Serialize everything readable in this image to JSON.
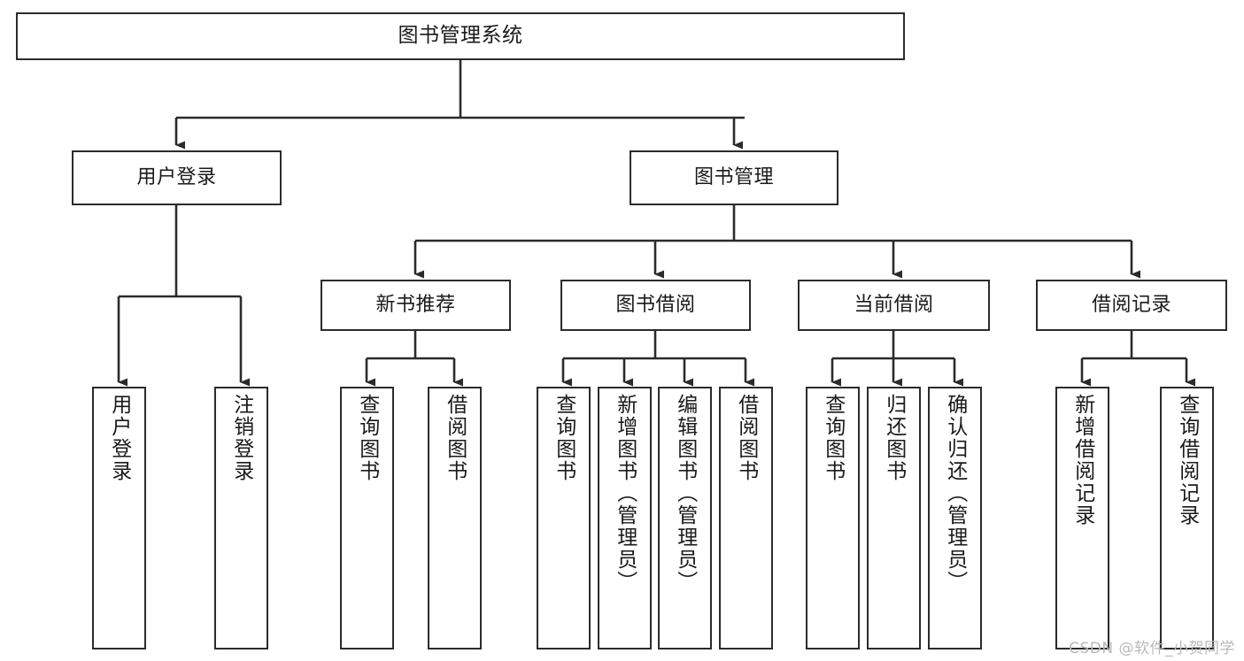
{
  "diagram": {
    "title": "图书管理系统",
    "type": "tree",
    "watermark": "CSDN @软件_小贺同学",
    "colors": {
      "stroke": "#2b2b2b",
      "fill": "#ffffff",
      "text": "#1a1a1a",
      "watermark": "#b9b9b9"
    },
    "nodes": {
      "root": {
        "label": "图书管理系统"
      },
      "level2": [
        {
          "id": "user-login",
          "label": "用户登录"
        },
        {
          "id": "book-management",
          "label": "图书管理"
        }
      ],
      "level3": [
        {
          "id": "new-book-recommend",
          "label": "新书推荐"
        },
        {
          "id": "book-borrow",
          "label": "图书借阅"
        },
        {
          "id": "current-borrow",
          "label": "当前借阅"
        },
        {
          "id": "borrow-record",
          "label": "借阅记录"
        }
      ],
      "leaves": {
        "user-login": [
          {
            "id": "leaf-user-login",
            "label": "用户登录"
          },
          {
            "id": "leaf-logout-login",
            "label": "注销登录"
          }
        ],
        "new-book-recommend": [
          {
            "id": "leaf-query-book-1",
            "label": "查询图书"
          },
          {
            "id": "leaf-borrow-book-1",
            "label": "借阅图书"
          }
        ],
        "book-borrow": [
          {
            "id": "leaf-query-book-2",
            "label": "查询图书"
          },
          {
            "id": "leaf-add-book",
            "label": "新增图书（管理员）"
          },
          {
            "id": "leaf-edit-book",
            "label": "编辑图书（管理员）"
          },
          {
            "id": "leaf-borrow-book-2",
            "label": "借阅图书"
          }
        ],
        "current-borrow": [
          {
            "id": "leaf-query-book-3",
            "label": "查询图书"
          },
          {
            "id": "leaf-return-book",
            "label": "归还图书"
          },
          {
            "id": "leaf-confirm-return",
            "label": "确认归还（管理员）"
          }
        ],
        "borrow-record": [
          {
            "id": "leaf-add-record",
            "label": "新增借阅记录"
          },
          {
            "id": "leaf-query-record",
            "label": "查询借阅记录"
          }
        ]
      }
    }
  }
}
